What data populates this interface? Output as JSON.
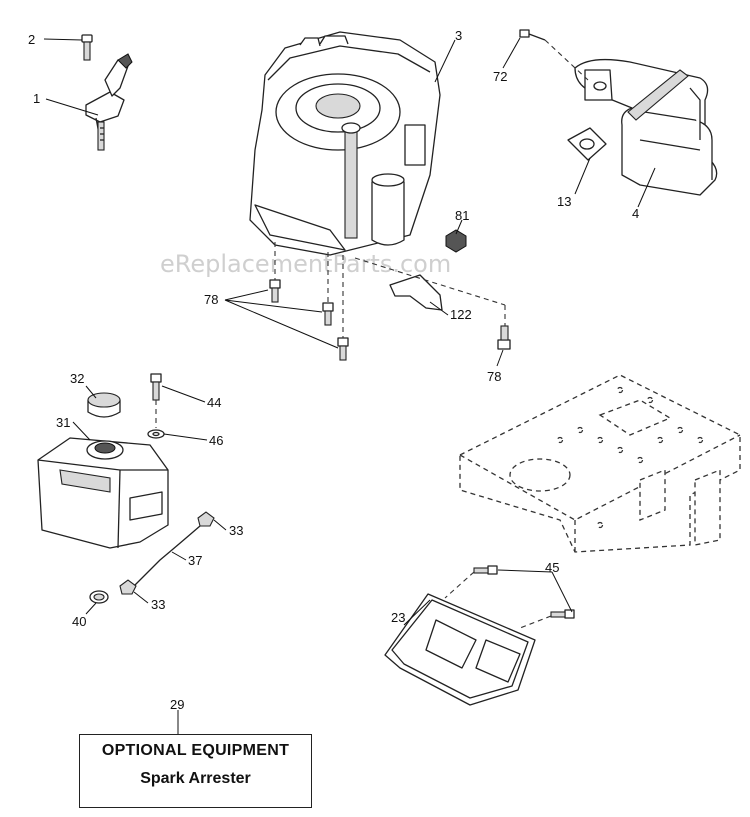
{
  "watermark": "eReplacementParts.com",
  "labels": {
    "p1": "1",
    "p2": "2",
    "p3": "3",
    "p4": "4",
    "p13": "13",
    "p72": "72",
    "p81": "81",
    "p78a": "78",
    "p78b": "78",
    "p122": "122",
    "p32": "32",
    "p31": "31",
    "p44": "44",
    "p46": "46",
    "p33a": "33",
    "p37": "37",
    "p33b": "33",
    "p40": "40",
    "p23": "23",
    "p45": "45",
    "p29": "29"
  },
  "optional_box": {
    "title": "OPTIONAL EQUIPMENT",
    "item": "Spark Arrester"
  }
}
